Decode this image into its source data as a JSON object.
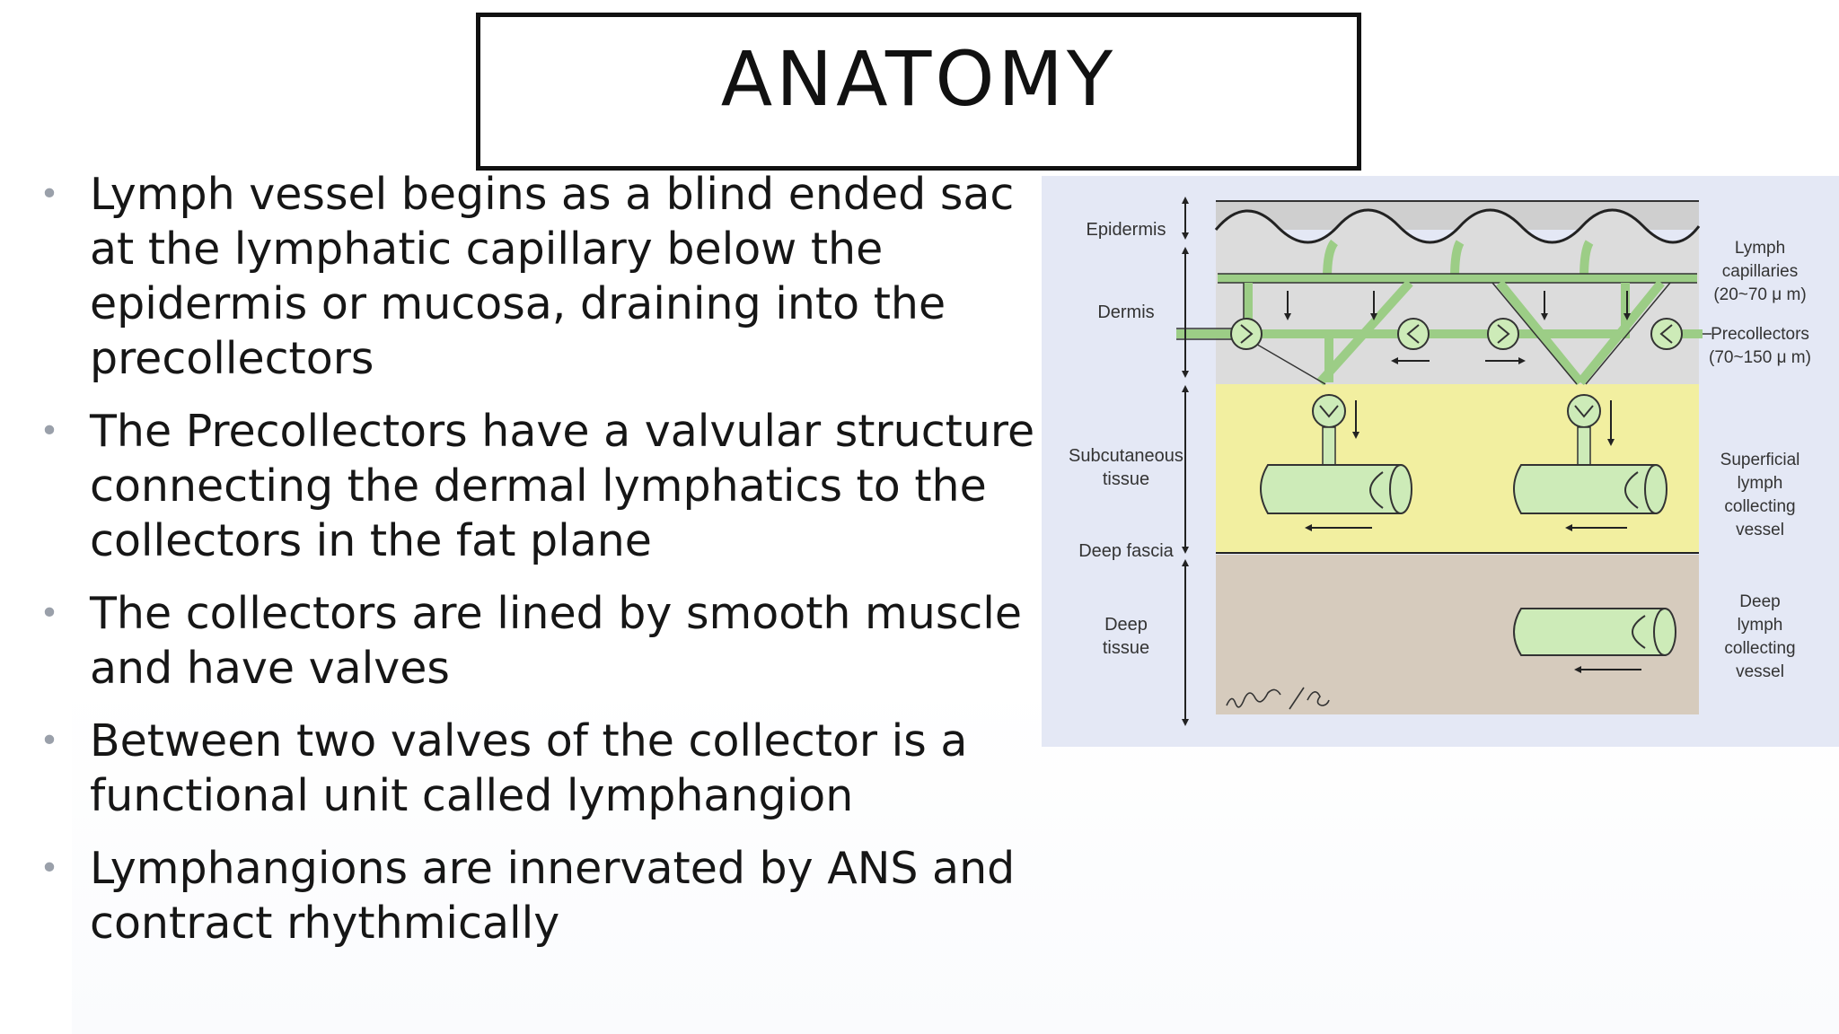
{
  "slide": {
    "title": "ANATOMY",
    "bullets": [
      "Lymph vessel begins as a blind ended sac at the lymphatic capillary below the epidermis or mucosa, draining into the precollectors",
      "The Precollectors have a valvular structure connecting the dermal lymphatics to the collectors in the fat plane",
      "The collectors are lined by smooth muscle and have valves",
      "Between two valves of the collector is a functional unit called lymphangion",
      "Lymphangions are innervated by ANS and contract rhythmically"
    ],
    "bullet_symbol": "•"
  },
  "figure": {
    "left_labels": {
      "epidermis": "Epidermis",
      "dermis": "Dermis",
      "subcutaneous_1": "Subcutaneous",
      "subcutaneous_2": "tissue",
      "deep_fascia": "Deep fascia",
      "deep_1": "Deep",
      "deep_2": "tissue"
    },
    "right_labels": {
      "lymph_cap_1": "Lymph",
      "lymph_cap_2": "capillaries",
      "lymph_cap_3": "(20~70 μ m)",
      "precollectors_1": "Precollectors",
      "precollectors_2": "(70~150 μ m)",
      "superficial_1": "Superficial",
      "superficial_2": "lymph",
      "superficial_3": "collecting",
      "superficial_4": "vessel",
      "deep_v_1": "Deep",
      "deep_v_2": "lymph",
      "deep_v_3": "collecting",
      "deep_v_4": "vessel"
    },
    "signature": "H.Suami / G.T.",
    "colors": {
      "background": "#e4e8f5",
      "epidermis": "#cfcfcf",
      "dermis": "#dcdcdc",
      "subcutaneous": "#f2efa0",
      "deep_tissue": "#d6cbbd",
      "vessel_fill": "#cdebb8"
    }
  }
}
